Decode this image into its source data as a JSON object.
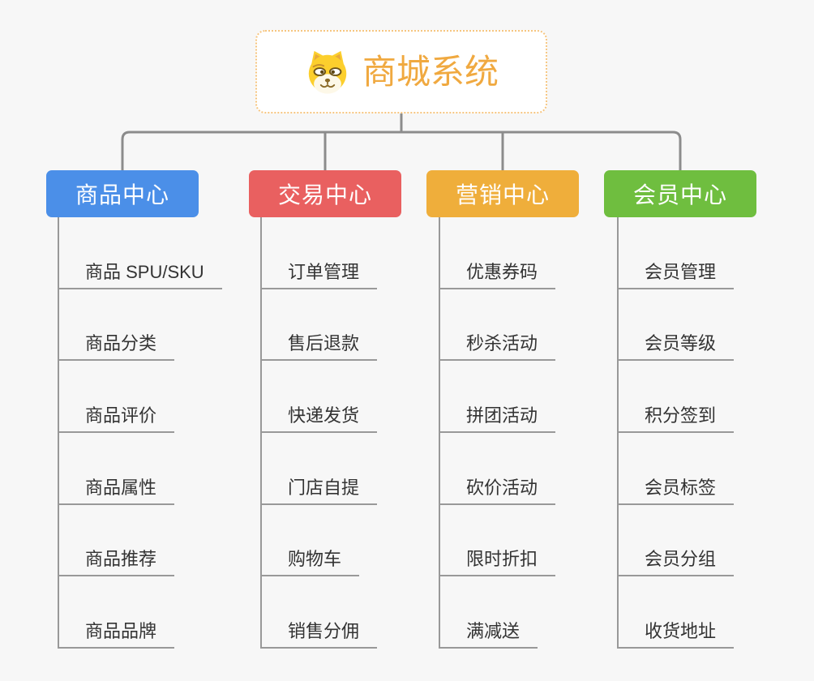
{
  "root": {
    "title": "商城系统",
    "icon": "shiba-dog-icon"
  },
  "branches": [
    {
      "label": "商品中心",
      "color": "#4b8fe8",
      "items": [
        "商品 SPU/SKU",
        "商品分类",
        "商品评价",
        "商品属性",
        "商品推荐",
        "商品品牌"
      ]
    },
    {
      "label": "交易中心",
      "color": "#e96060",
      "items": [
        "订单管理",
        "售后退款",
        "快递发货",
        "门店自提",
        "购物车",
        "销售分佣"
      ]
    },
    {
      "label": "营销中心",
      "color": "#efae3b",
      "items": [
        "优惠券码",
        "秒杀活动",
        "拼团活动",
        "砍价活动",
        "限时折扣",
        "满减送"
      ]
    },
    {
      "label": "会员中心",
      "color": "#6fbe3f",
      "items": [
        "会员管理",
        "会员等级",
        "积分签到",
        "会员标签",
        "会员分组",
        "收货地址"
      ]
    }
  ],
  "colors": {
    "background": "#f7f7f7",
    "root_border": "#f6c57f",
    "root_title": "#f0a940",
    "connector": "#8c8c8c",
    "leaf_line": "#999999",
    "leaf_text": "#333333"
  }
}
